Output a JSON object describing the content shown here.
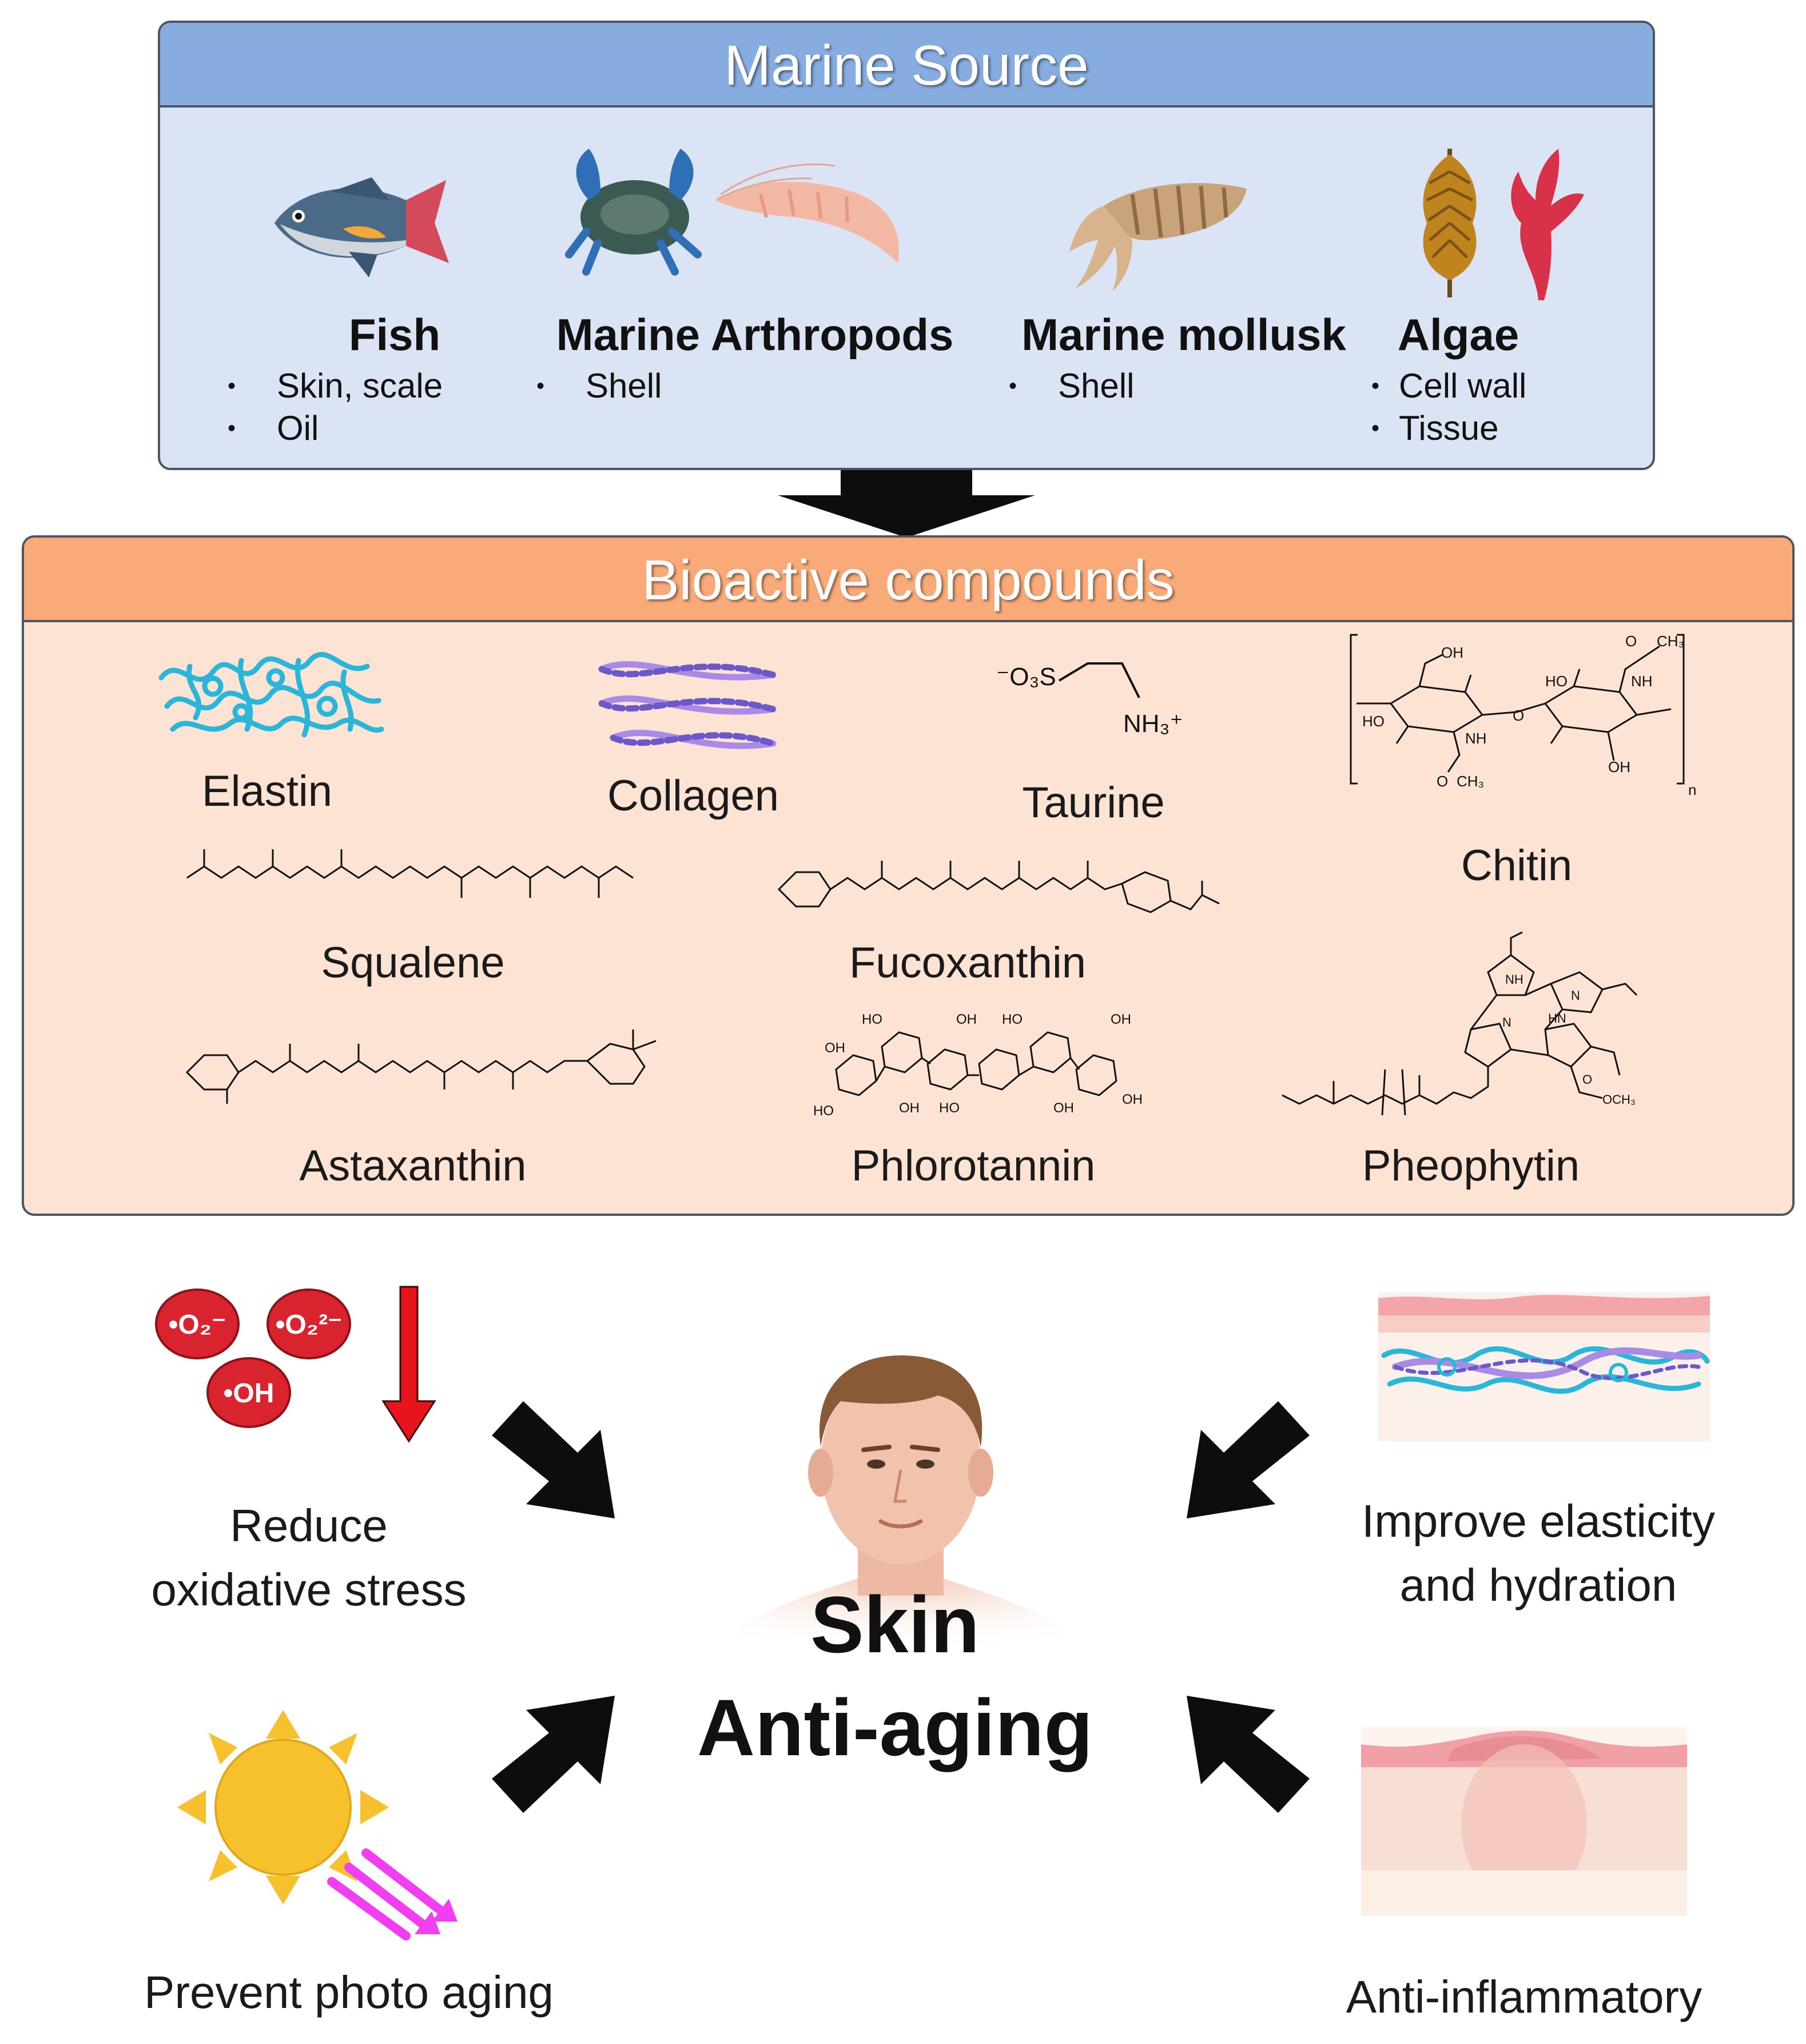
{
  "marine_source": {
    "title": "Marine Source",
    "sources": [
      {
        "name": "Fish",
        "items": [
          "Skin, scale",
          "Oil"
        ],
        "icon": "fish-icon"
      },
      {
        "name": "Marine Arthropods",
        "items": [
          "Shell"
        ],
        "icon": "crab-shrimp-icon"
      },
      {
        "name": "Marine mollusk",
        "items": [
          "Shell"
        ],
        "icon": "cuttlefish-icon"
      },
      {
        "name": "Algae",
        "items": [
          "Cell wall",
          "Tissue"
        ],
        "icon": "seaweed-icon"
      }
    ]
  },
  "bioactive": {
    "title": "Bioactive compounds",
    "compounds": [
      "Elastin",
      "Collagen",
      "Taurine",
      "Chitin",
      "Squalene",
      "Fucoxanthin",
      "Astaxanthin",
      "Phlorotannin",
      "Pheophytin"
    ],
    "taurine_formula": {
      "sulfonate": "⁻O₃S",
      "amine": "NH₃⁺"
    },
    "chitin_labels": {
      "oh": "OH",
      "ho": "HO",
      "nh": "NH",
      "o": "O",
      "ch3": "CH₃",
      "n": "n"
    },
    "phlorotannin_labels": {
      "oh": "OH",
      "ho": "HO"
    },
    "pheophytin_labels": {
      "nh": "NH",
      "hn": "HN",
      "n": "N",
      "o": "O",
      "och3": "OCH₃"
    }
  },
  "radicals": [
    "•O₂⁻",
    "•O₂²⁻",
    "•OH"
  ],
  "effects": {
    "oxidative": [
      "Reduce",
      "oxidative stress"
    ],
    "elasticity": [
      "Improve elasticity",
      "and hydration"
    ],
    "photo": "Prevent photo aging",
    "inflammatory": "Anti-inflammatory"
  },
  "center": {
    "line1": "Skin",
    "line2": "Anti-aging"
  },
  "colors": {
    "marine_panel": "#dae4f4",
    "marine_header": "#86ace0",
    "bio_panel": "#fde3d4",
    "bio_header": "#f9aa78",
    "radical_red": "#d9232e",
    "elastin_cyan": "#29b6d8",
    "collagen_purple": "#a98be6",
    "sun_yellow": "#f7c12e",
    "uv_magenta": "#f23ef2"
  }
}
